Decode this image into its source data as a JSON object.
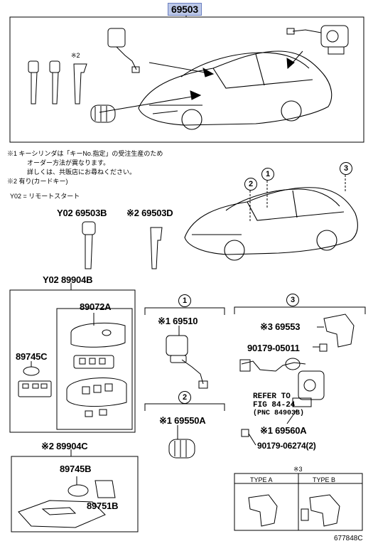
{
  "top": {
    "part": "69503"
  },
  "notes": {
    "n1_line1": "※1 キーシリンダは「キーNo.指定」の受注生産のため",
    "n1_line2": "オーダー方法が異なります。",
    "n1_line3": "詳しくは、共販店にお尋ねください。",
    "n2": "※2 有り(カードキー)",
    "y02": "Y02 = リモートスタート"
  },
  "top_mark2": "※2",
  "keys": {
    "y02_69503b": "Y02 69503B",
    "k2_69503d": "※2 69503D"
  },
  "callouts": {
    "c1": "1",
    "c2": "2",
    "c3": "3"
  },
  "remote": {
    "header": "Y02 89904B",
    "p89072a": "89072A",
    "p89745c": "89745C"
  },
  "card": {
    "header": "※2 89904C",
    "p89745b": "89745B",
    "p89751b": "89751B"
  },
  "group1": {
    "callout": "1",
    "part": "※1 69510"
  },
  "group2": {
    "callout": "2",
    "part": "※1 69550A"
  },
  "group3": {
    "callout": "3",
    "p69553": "※3 69553",
    "p90179_05011": "90179-05011",
    "refer1": "REFER TO",
    "refer2": "FIG 84-24",
    "refer3": "(PNC 84903B)",
    "p69560a": "※1 69560A",
    "p90179_06274": "90179-06274(2)"
  },
  "types": {
    "mark": "※3",
    "type_a": "TYPE A",
    "type_b": "TYPE B"
  },
  "figure_code": "677848C"
}
